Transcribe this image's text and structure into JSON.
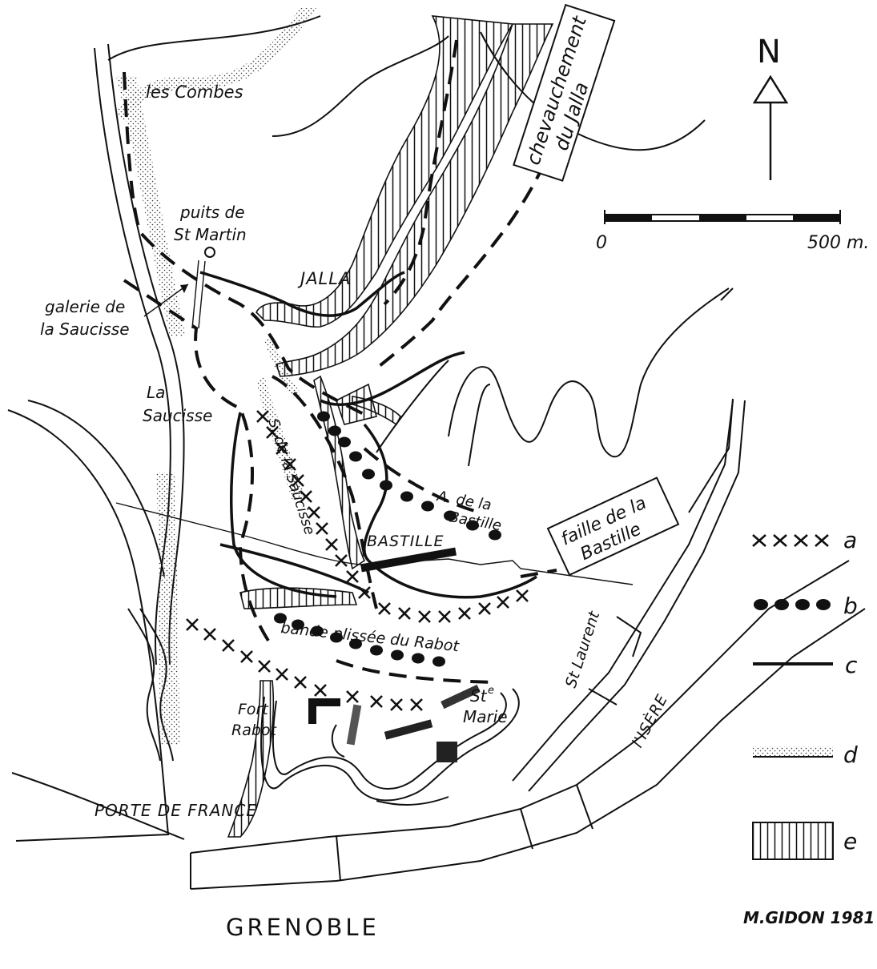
{
  "map": {
    "places": {
      "les_combes": "les Combes",
      "puits": [
        "puits de",
        "St Martin"
      ],
      "galerie": [
        "galerie de",
        "la Saucisse"
      ],
      "la_saucisse": [
        "La",
        "Saucisse"
      ],
      "jalla": "JALLA",
      "s_saucisse": "S. de la Saucisse",
      "a_bastille": [
        "A. de la",
        "Bastille"
      ],
      "bastille": "BASTILLE",
      "bande": "bande plissée du Rabot",
      "fort_rabot": [
        "Fort",
        "Rabot"
      ],
      "ste_marie": [
        "St",
        "e",
        "Marie"
      ],
      "st_laurent": "St Laurent",
      "isere": "l'ISÈRE",
      "porte": "PORTE DE FRANCE",
      "grenoble": "GRENOBLE"
    },
    "boxes": {
      "chevauchement": [
        "chevauchement",
        "du Jalla"
      ],
      "faille": [
        "faille de la",
        "Bastille"
      ]
    },
    "north": "N",
    "scale": {
      "start": "0",
      "end": "500 m."
    },
    "legend": [
      {
        "key": "a",
        "symbol": "crosses"
      },
      {
        "key": "b",
        "symbol": "dots"
      },
      {
        "key": "c",
        "symbol": "solid-line"
      },
      {
        "key": "d",
        "symbol": "stippled-band"
      },
      {
        "key": "e",
        "symbol": "vertical-hatching"
      }
    ],
    "credit": "M.GIDON 1981"
  }
}
